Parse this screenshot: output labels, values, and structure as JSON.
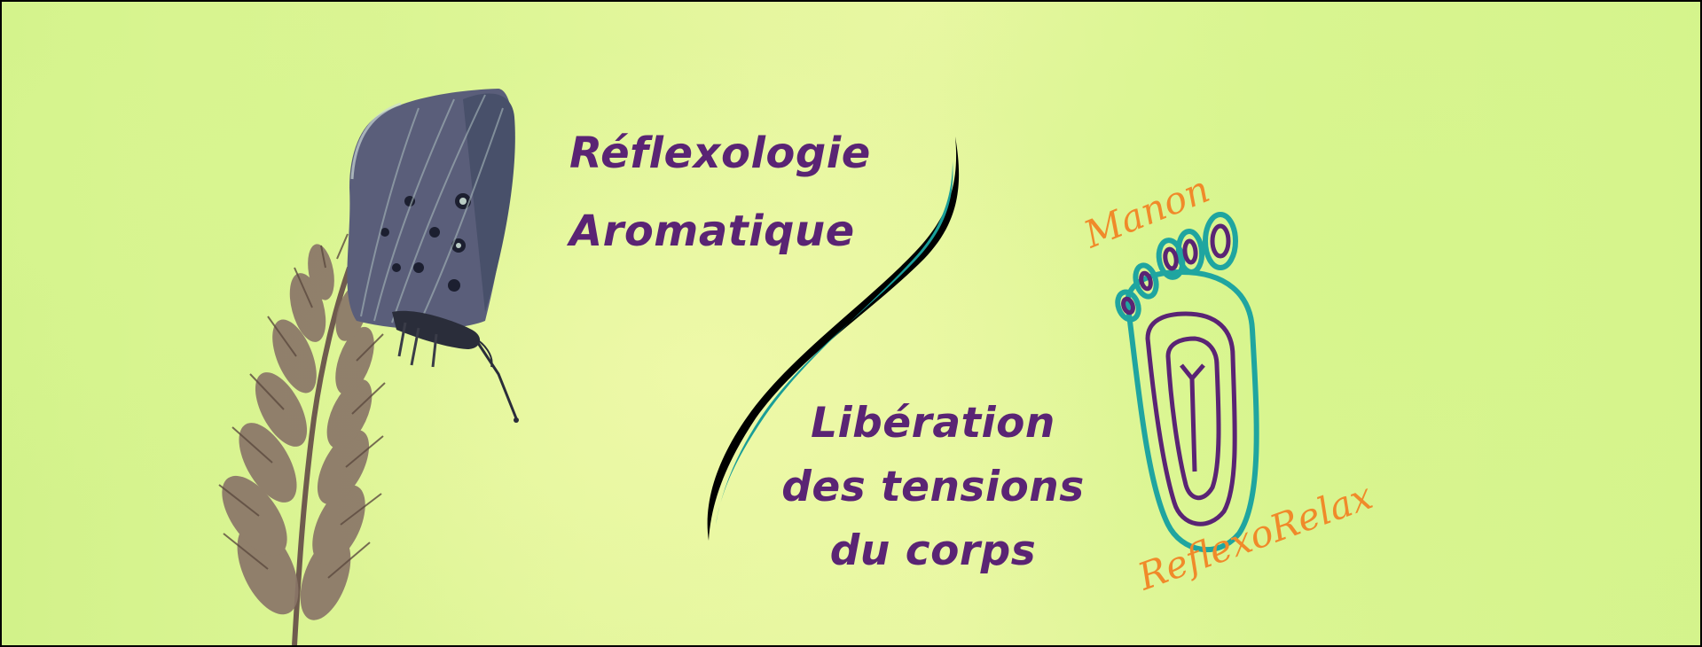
{
  "banner": {
    "title_lines": [
      "Réflexologie",
      "Aromatique"
    ],
    "subtitle_lines": [
      "Libération",
      "des tensions",
      "du corps"
    ]
  },
  "logo": {
    "name_top": "Manon",
    "name_bottom": "ReflexoRelax"
  },
  "colors": {
    "text_purple": "#5a2474",
    "logo_teal": "#1fa5a0",
    "logo_purple": "#5a2474",
    "logo_orange": "#f08a2a",
    "background_green": "#dff69a",
    "divider_teal": "#1a9e98"
  },
  "icons": [
    "butterfly-icon",
    "grass-stem-icon",
    "foot-logo-icon",
    "swoosh-divider"
  ]
}
